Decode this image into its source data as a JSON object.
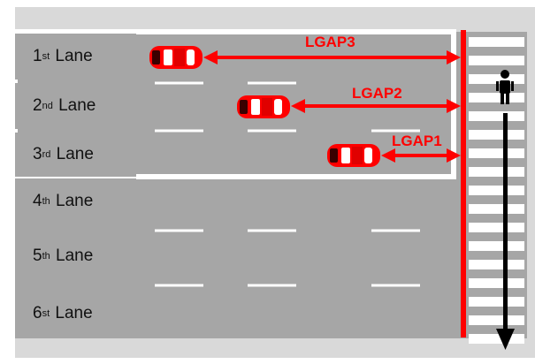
{
  "lanes": [
    {
      "num": "1",
      "sup": "st",
      "word": "Lane"
    },
    {
      "num": "2",
      "sup": "nd",
      "word": "Lane"
    },
    {
      "num": "3",
      "sup": "rd",
      "word": "Lane"
    },
    {
      "num": "4",
      "sup": "th",
      "word": "Lane"
    },
    {
      "num": "5",
      "sup": "th",
      "word": "Lane"
    },
    {
      "num": "6",
      "sup": "st",
      "word": "Lane"
    }
  ],
  "gaps": [
    {
      "label": "LGAP3"
    },
    {
      "label": "LGAP2"
    },
    {
      "label": "LGAP1"
    }
  ],
  "colors": {
    "road": "#a6a6a6",
    "outer": "#d9d9d9",
    "accent": "#ff0000",
    "car": "#ff0000",
    "marking": "#ffffff",
    "arrow": "#000000"
  },
  "icons": {
    "pedestrian": "pedestrian-icon",
    "car": "car-icon",
    "downward_arrow": "down-arrow-icon"
  }
}
